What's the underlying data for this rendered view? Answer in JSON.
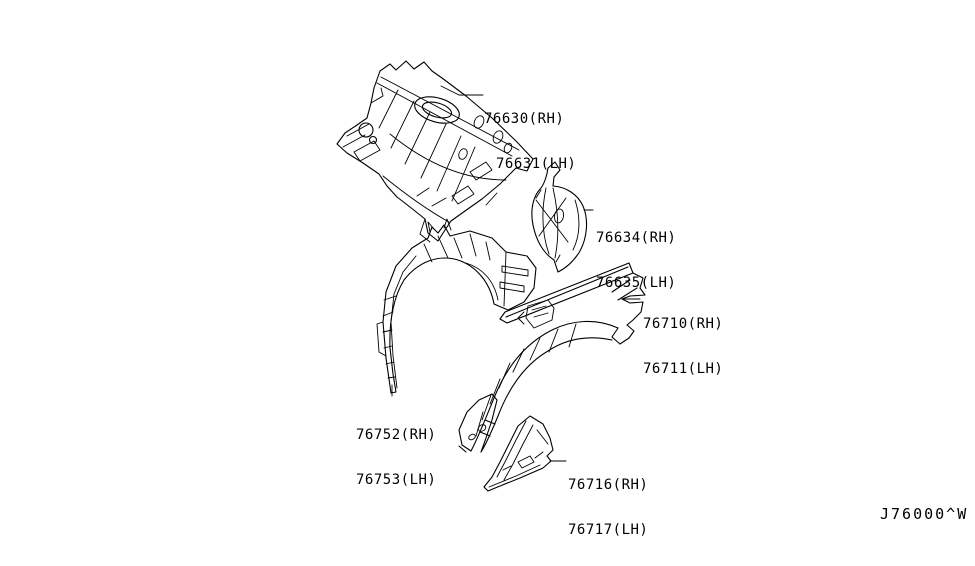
{
  "colors": {
    "background": "#ffffff",
    "ink": "#000000"
  },
  "diagram": {
    "code": "J76000^W",
    "callouts": [
      {
        "lines": [
          "76630(RH)",
          "76631(LH)"
        ]
      },
      {
        "lines": [
          "76634(RH)",
          "76635(LH)"
        ]
      },
      {
        "lines": [
          "76710(RH)",
          "76711(LH)"
        ]
      },
      {
        "lines": [
          "76752(RH)",
          "76753(LH)"
        ]
      },
      {
        "lines": [
          "76716(RH)",
          "76717(LH)"
        ]
      }
    ]
  }
}
